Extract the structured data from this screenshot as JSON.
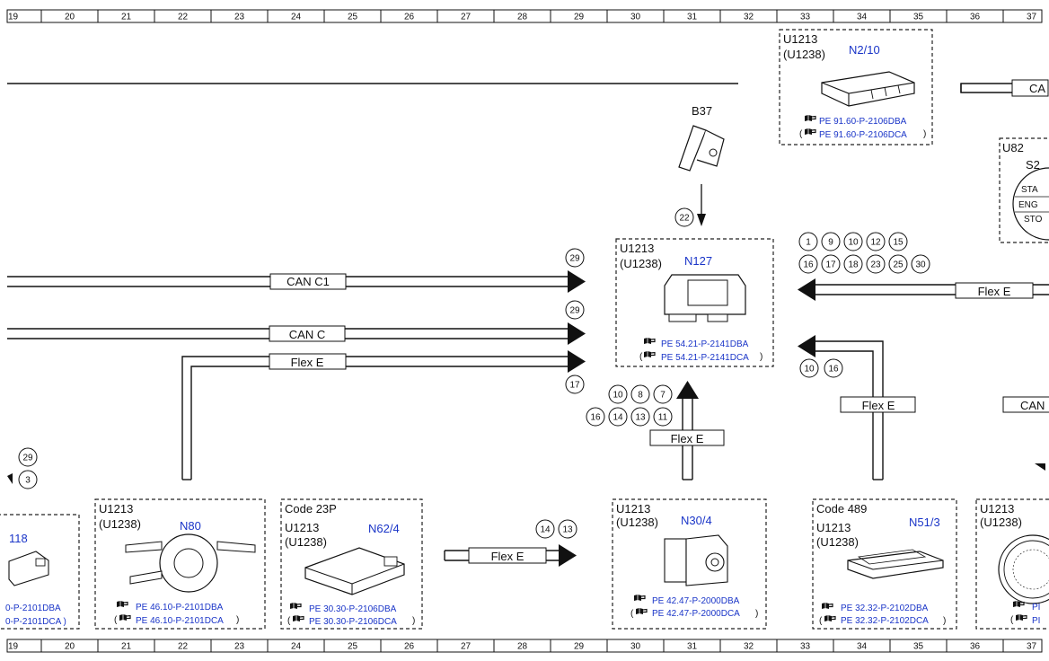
{
  "ruler": {
    "numbers": [
      "19",
      "20",
      "21",
      "22",
      "23",
      "24",
      "25",
      "26",
      "27",
      "28",
      "29",
      "30",
      "31",
      "32",
      "33",
      "34",
      "35",
      "36",
      "37"
    ]
  },
  "components": {
    "n2_10": {
      "variant": "U1213",
      "variant_alt": "(U1238)",
      "id": "N2/10",
      "ref1": "PE 91.60-P-2106DBA",
      "ref2": "PE 91.60-P-2106DCA"
    },
    "b37": {
      "id": "B37"
    },
    "n127": {
      "variant": "U1213",
      "variant_alt": "(U1238)",
      "id": "N127",
      "ref1": "PE 54.21-P-2141DBA",
      "ref2": "PE 54.21-P-2141DCA"
    },
    "u82": {
      "id": "U82",
      "sub": "S2",
      "btn1": "STA",
      "btn2": "ENG",
      "btn3": "STO"
    },
    "left_partial": {
      "id": "118",
      "ref1": "0-P-2101DBA",
      "ref2": "0-P-2101DCA )"
    },
    "n80": {
      "variant": "U1213",
      "variant_alt": "(U1238)",
      "id": "N80",
      "ref1": "PE 46.10-P-2101DBA",
      "ref2": "PE 46.10-P-2101DCA"
    },
    "n62_4": {
      "code": "Code 23P",
      "variant": "U1213",
      "variant_alt": "(U1238)",
      "id": "N62/4",
      "ref1": "PE 30.30-P-2106DBA",
      "ref2": "PE 30.30-P-2106DCA"
    },
    "n30_4": {
      "variant": "U1213",
      "variant_alt": "(U1238)",
      "id": "N30/4",
      "ref1": "PE 42.47-P-2000DBA",
      "ref2": "PE 42.47-P-2000DCA"
    },
    "n51_3": {
      "code": "Code 489",
      "variant": "U1213",
      "variant_alt": "(U1238)",
      "id": "N51/3",
      "ref1": "PE 32.32-P-2102DBA",
      "ref2": "PE 32.32-P-2102DCA"
    },
    "right_partial": {
      "variant": "U1213",
      "variant_alt": "(U1238)",
      "ref1": "PI",
      "ref2": "PI"
    }
  },
  "buses": {
    "can_c1": "CAN C1",
    "can_c": "CAN C",
    "flex_e_left": "Flex E",
    "flex_e_bottom": "Flex E",
    "flex_e_center": "Flex E",
    "flex_e_right_top": "Flex E",
    "flex_e_right_mid": "Flex E",
    "ca_top_right": "CA",
    "can_right": "CAN"
  },
  "circles": {
    "b37": [
      "22"
    ],
    "can_c1": [
      "29"
    ],
    "can_c": [
      "29"
    ],
    "flex_left": [
      "17"
    ],
    "center_row1": [
      "10",
      "8",
      "7"
    ],
    "center_row2": [
      "16",
      "14",
      "13",
      "11"
    ],
    "right_row1": [
      "1",
      "9",
      "10",
      "12",
      "15"
    ],
    "right_row2": [
      "16",
      "17",
      "18",
      "23",
      "25",
      "30"
    ],
    "right_mid": [
      "10",
      "16"
    ],
    "bottom_flex": [
      "14",
      "13"
    ],
    "left_partial": [
      "29",
      "3"
    ]
  }
}
